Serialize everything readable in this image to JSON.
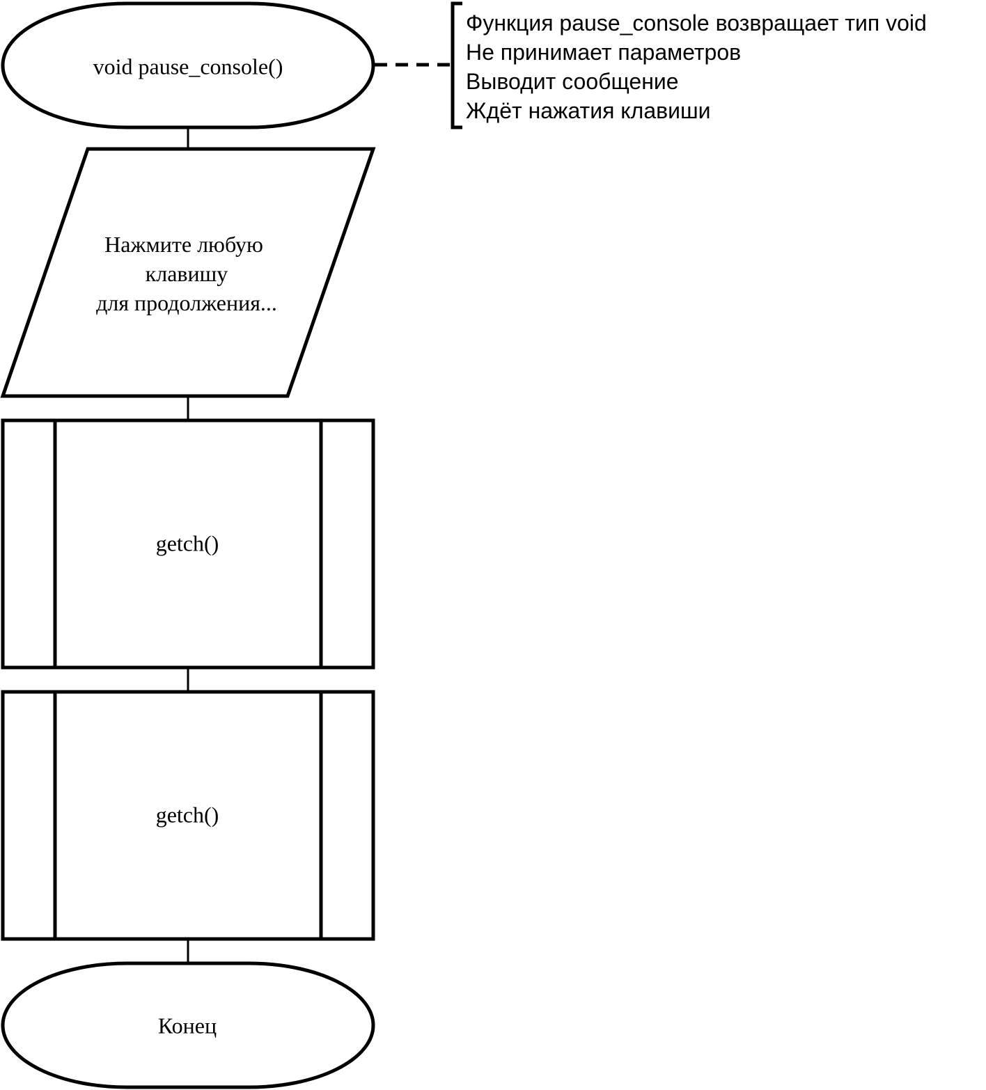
{
  "nodes": {
    "start": {
      "label": "void pause_console()"
    },
    "output": {
      "lines": [
        "Нажмите любую",
        "клавишу",
        "для продолжения..."
      ]
    },
    "call_1": {
      "label": "getch()"
    },
    "call_2": {
      "label": "getch()"
    },
    "end": {
      "label": "Конец"
    }
  },
  "annotation": {
    "lines": [
      "Функция pause_console возвращает тип void",
      "Не принимает параметров",
      "Выводит сообщение",
      "Ждёт нажатия клавиши"
    ]
  },
  "colors": {
    "stroke": "#000000",
    "background": "#ffffff"
  }
}
